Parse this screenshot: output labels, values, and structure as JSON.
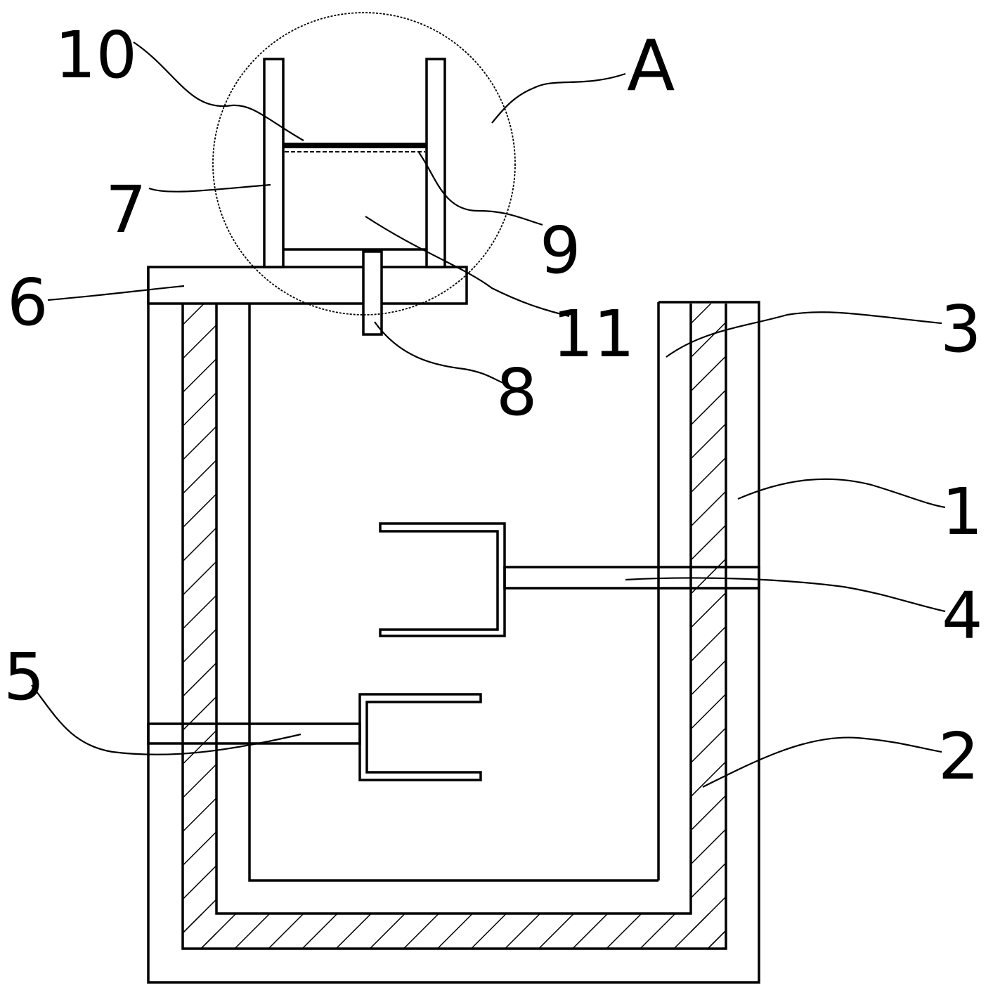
{
  "callouts": {
    "c1": "1",
    "c2": "2",
    "c3": "3",
    "c4": "4",
    "c5": "5",
    "c6": "6",
    "c7": "7",
    "c8": "8",
    "c9": "9",
    "c10": "10",
    "c11": "11",
    "cA": "A"
  }
}
